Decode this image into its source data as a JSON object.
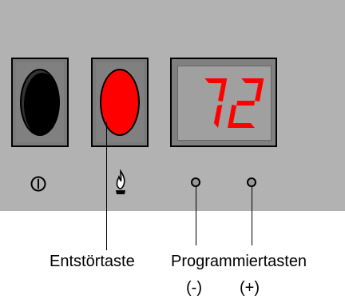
{
  "display": {
    "value": "72",
    "color": "#ff0000"
  },
  "power_button": {
    "icon": "power-icon",
    "color": "#000000"
  },
  "reset_button": {
    "icon": "flame-icon",
    "color": "#ff0000"
  },
  "leds": [
    {
      "icon": "minus-led"
    },
    {
      "icon": "plus-led"
    }
  ],
  "labels": {
    "reset": "Entstörtaste",
    "program": "Programmiertasten",
    "minus": "(-)",
    "plus": "(+)"
  }
}
